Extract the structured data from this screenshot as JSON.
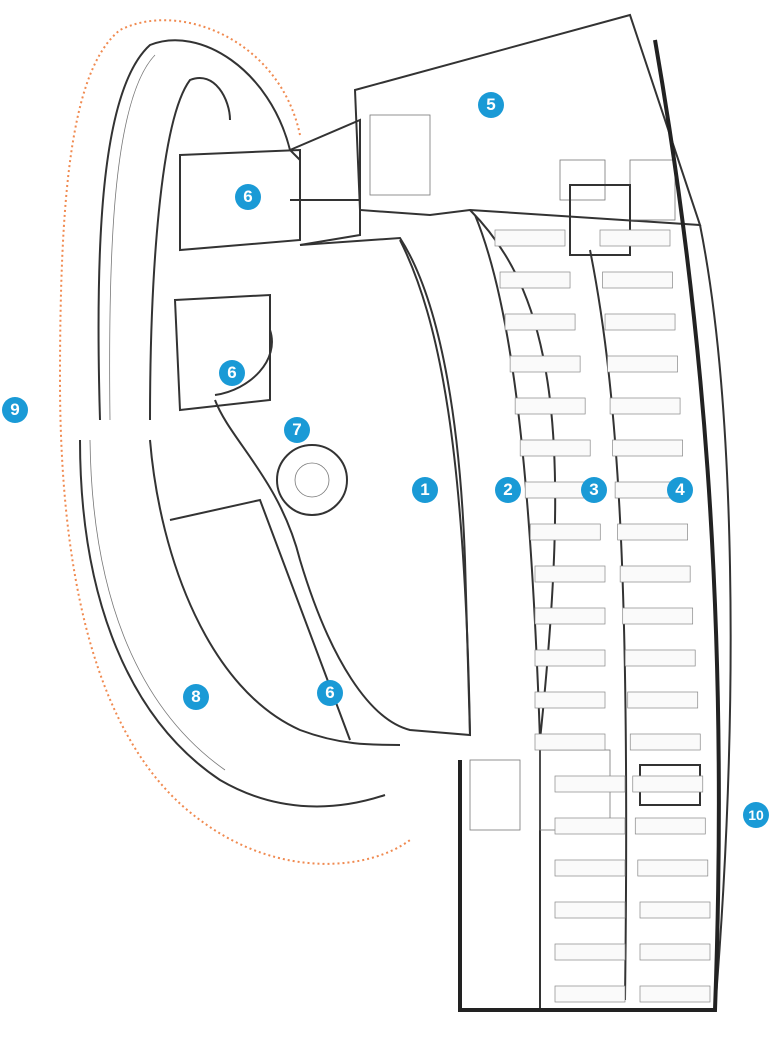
{
  "accent_color": "#1a9ad6",
  "landscape_color": "#f08a50",
  "markers": [
    {
      "label": "1"
    },
    {
      "label": "2"
    },
    {
      "label": "3"
    },
    {
      "label": "4"
    },
    {
      "label": "5"
    },
    {
      "label": "6"
    },
    {
      "label": "6"
    },
    {
      "label": "7"
    },
    {
      "label": "8"
    },
    {
      "label": "6"
    },
    {
      "label": "9"
    },
    {
      "label": "10"
    }
  ]
}
